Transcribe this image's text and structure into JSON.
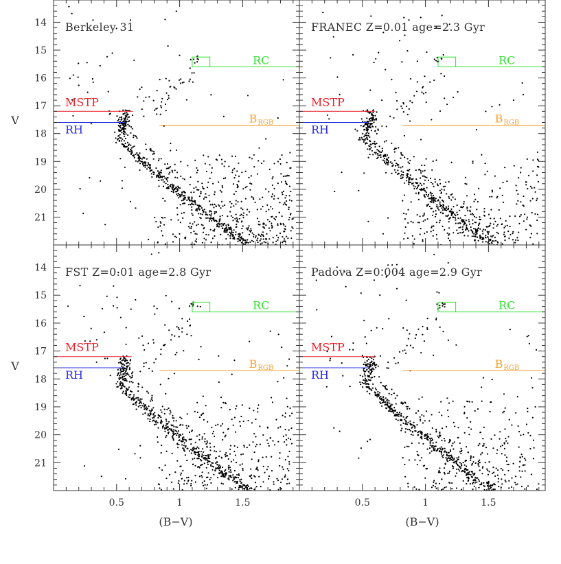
{
  "chart_data": {
    "type": "scatter",
    "shared_axes": {
      "xlabel": "(B−V)",
      "ylabel": "V",
      "xlim": [
        0.0,
        1.95
      ],
      "ylim": [
        22.0,
        13.2
      ],
      "y_inverted": true,
      "x_ticks": [
        0.5,
        1.0,
        1.5
      ],
      "x_tick_labels": [
        "0.5",
        "1",
        "1.5"
      ],
      "y_ticks": [
        14,
        15,
        16,
        17,
        18,
        19,
        20,
        21
      ],
      "y_tick_labels": [
        "14",
        "15",
        "16",
        "17",
        "18",
        "19",
        "20",
        "21"
      ]
    },
    "marker_labels": {
      "mstp": "MSTP",
      "rh": "RH",
      "rc": "RC",
      "brgb_main": "B",
      "brgb_sub": "RGB"
    },
    "colors": {
      "mstp": "#e8202a",
      "rh": "#2a2ee0",
      "rc": "#30e030",
      "brgb": "#f5a030",
      "points": "#000000",
      "frame": "#333333"
    },
    "panels": [
      {
        "title": "Berkeley 31",
        "model": "observed",
        "mstp": {
          "v": 17.2,
          "x_end": 0.63
        },
        "rh": {
          "v": 17.6,
          "x_end": 0.57
        },
        "rc_box": {
          "x": [
            1.1,
            1.24
          ],
          "v": [
            15.25,
            15.6
          ]
        },
        "rc_line": {
          "v": 15.6,
          "x_start": 1.24
        },
        "brgb_line": {
          "v": 17.7,
          "x_start": 0.84
        },
        "rc_label_x": 1.58,
        "brgb_label_x": 1.55,
        "ms_scatter": 0.022,
        "field_density": 1.25,
        "gb_density": 0.7,
        "seed": 11
      },
      {
        "title": "FRANEC Z=0.01 age=2.3 Gyr",
        "model": "FRANEC",
        "mstp": {
          "v": 17.2,
          "x_end": 0.6
        },
        "rh": {
          "v": 17.6,
          "x_end": 0.55
        },
        "rc_box": {
          "x": [
            1.1,
            1.24
          ],
          "v": [
            15.25,
            15.6
          ]
        },
        "rc_line": {
          "v": 15.6,
          "x_start": 1.24
        },
        "brgb_line": {
          "v": 17.7,
          "x_start": 0.82
        },
        "rc_label_x": 1.58,
        "brgb_label_x": 1.55,
        "ms_scatter": 0.028,
        "field_density": 0.75,
        "gb_density": 0.55,
        "seed": 23
      },
      {
        "title": "FST Z=0.01 age=2.8 Gyr",
        "model": "FST",
        "mstp": {
          "v": 17.2,
          "x_end": 0.62
        },
        "rh": {
          "v": 17.6,
          "x_end": 0.55
        },
        "rc_box": {
          "x": [
            1.1,
            1.24
          ],
          "v": [
            15.25,
            15.6
          ]
        },
        "rc_line": {
          "v": 15.6,
          "x_start": 1.24
        },
        "brgb_line": {
          "v": 17.7,
          "x_start": 0.84
        },
        "rc_label_x": 1.58,
        "brgb_label_x": 1.55,
        "ms_scatter": 0.026,
        "field_density": 0.9,
        "gb_density": 0.6,
        "seed": 37
      },
      {
        "title": "Padova Z=0.004 age=2.9 Gyr",
        "model": "Padova",
        "mstp": {
          "v": 17.2,
          "x_end": 0.6
        },
        "rh": {
          "v": 17.6,
          "x_end": 0.55
        },
        "rc_box": {
          "x": [
            1.1,
            1.24
          ],
          "v": [
            15.25,
            15.6
          ]
        },
        "rc_line": {
          "v": 15.6,
          "x_start": 1.24
        },
        "brgb_line": {
          "v": 17.7,
          "x_start": 0.82
        },
        "rc_label_x": 1.58,
        "brgb_label_x": 1.55,
        "ms_scatter": 0.024,
        "field_density": 0.8,
        "gb_density": 0.55,
        "seed": 53
      }
    ]
  }
}
